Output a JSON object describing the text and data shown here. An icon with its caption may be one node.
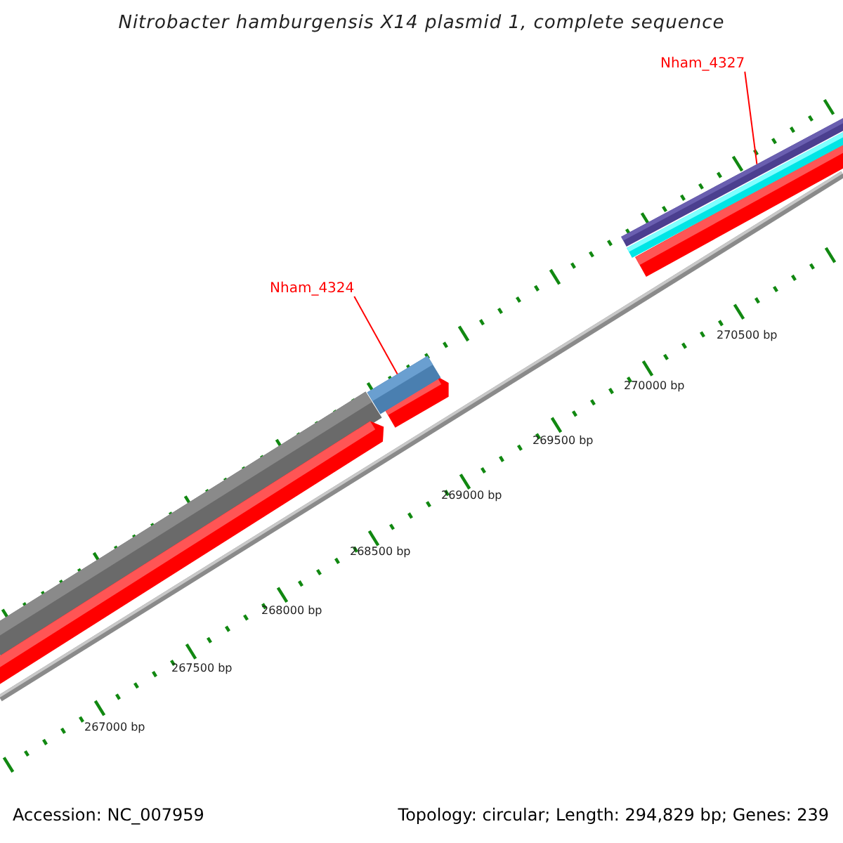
{
  "diagram": {
    "title": "Nitrobacter hamburgensis X14 plasmid 1, complete sequence",
    "nodes": [
      {
        "text": [
          "Nham_4327"
        ]
      },
      {
        "text": [],
        "shape": "bar"
      },
      {
        "text": [
          "Nham_4324"
        ]
      },
      {
        "text": [],
        "shape": "bar"
      }
    ],
    "edges": [
      {
        "from": 0,
        "to": 1,
        "arrow": "none"
      },
      {
        "from": 2,
        "to": 3,
        "arrow": "none"
      }
    ],
    "labels": [
      "270500 bp",
      "270000 bp",
      "269500 bp",
      "269000 bp",
      "268500 bp",
      "268000 bp",
      "267500 bp",
      "267000 bp",
      "Accession: NC_007959",
      "Topology: circular; Length: 294,829 bp; Genes: 239"
    ]
  }
}
